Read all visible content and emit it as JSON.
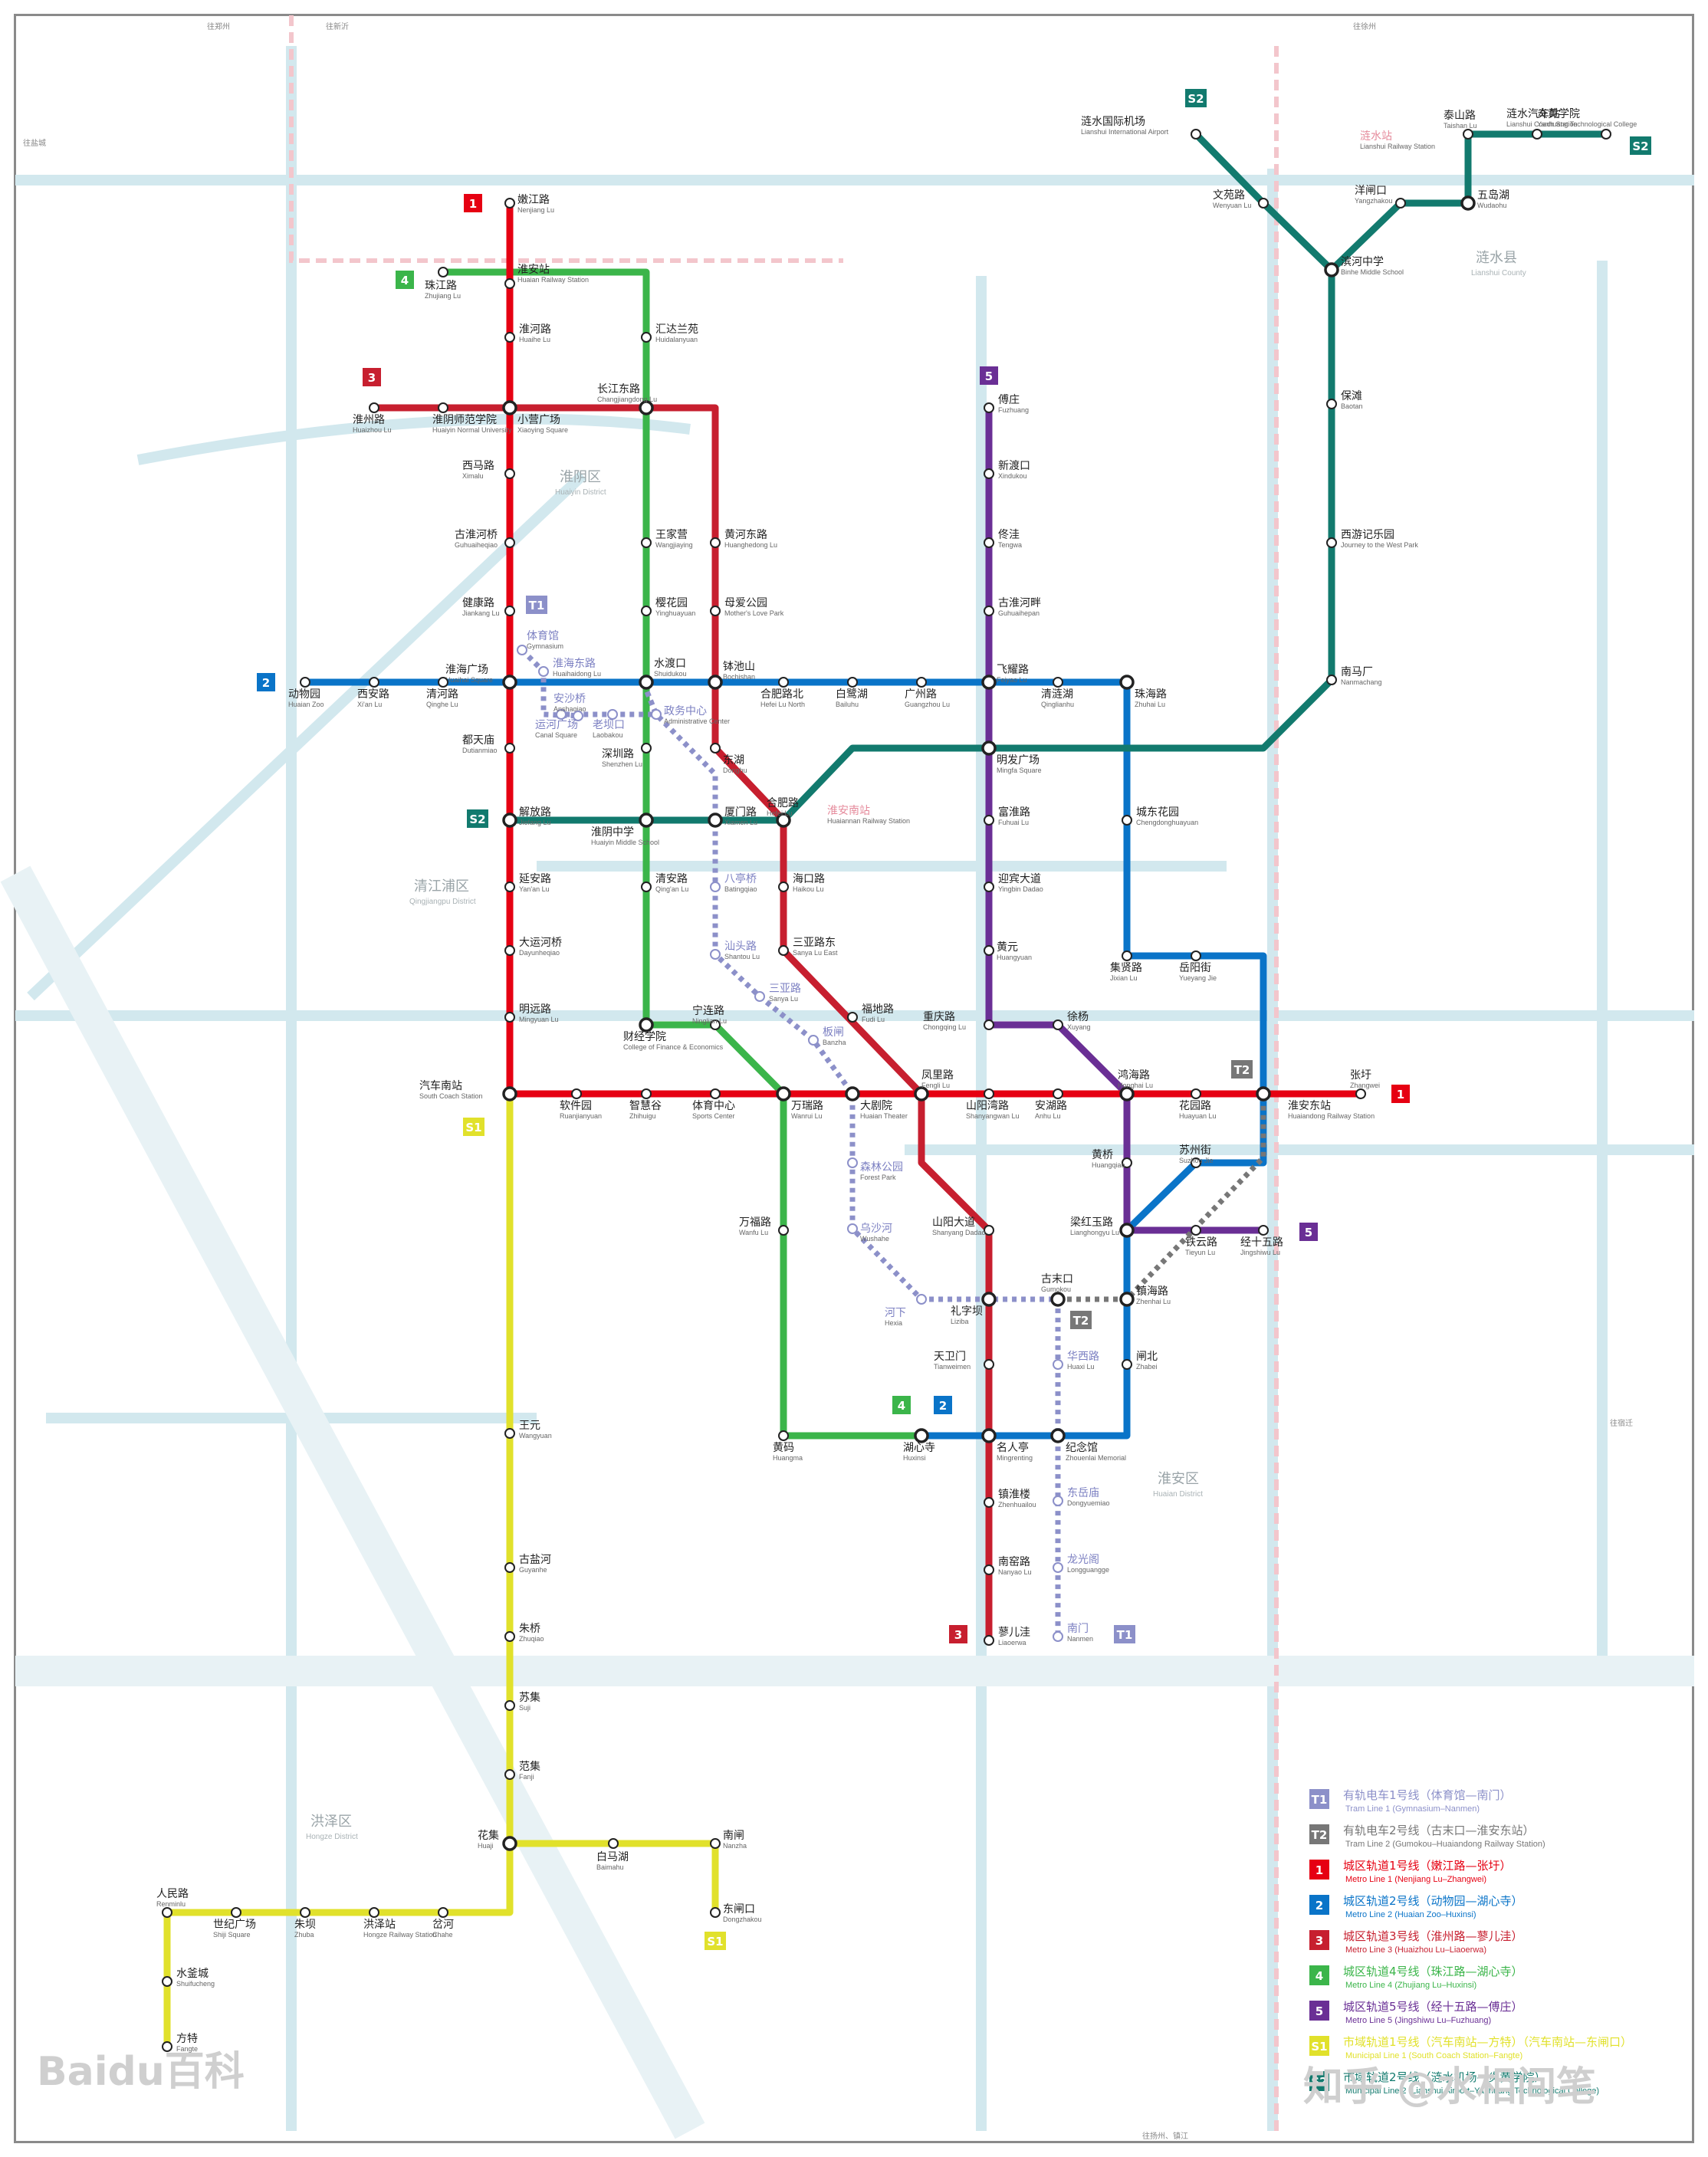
{
  "colors": {
    "L1": "#e60012",
    "L2": "#0a74c8",
    "L3": "#c71f2f",
    "L4": "#3bb54a",
    "L5": "#6a2f95",
    "S1": "#e1e12b",
    "S2": "#127a6e",
    "T1": "#8c90c9",
    "T2": "#777777",
    "road": "#d2e8ee",
    "river": "#e8f2f5"
  },
  "districts": [
    {
      "zh": "淮阴区",
      "en": "Huaiyin District"
    },
    {
      "zh": "清江浦区",
      "en": "Qingjiangpu District"
    },
    {
      "zh": "淮安区",
      "en": "Huaian District"
    },
    {
      "zh": "洪泽区",
      "en": "Hongze District"
    },
    {
      "zh": "涟水县",
      "en": "Lianshui County"
    }
  ],
  "lines": [
    {
      "id": "L1",
      "badge": "1"
    },
    {
      "id": "L2",
      "badge": "2"
    },
    {
      "id": "L3",
      "badge": "3"
    },
    {
      "id": "L4",
      "badge": "4"
    },
    {
      "id": "L5",
      "badge": "5"
    },
    {
      "id": "S1",
      "badge": "S1"
    },
    {
      "id": "S2",
      "badge": "S2"
    },
    {
      "id": "T1",
      "badge": "T1"
    },
    {
      "id": "T2",
      "badge": "T2"
    }
  ],
  "stations": [
    {
      "id": "nenjiang",
      "zh": "嫩江路",
      "en": "Nenjiang Lu"
    },
    {
      "id": "huaian_rs",
      "zh": "淮安站",
      "en": "Huaian Railway Station"
    },
    {
      "id": "huaihe",
      "zh": "淮河路",
      "en": "Huaihe Lu"
    },
    {
      "id": "xiaoying",
      "zh": "小营广场",
      "en": "Xiaoying Square"
    },
    {
      "id": "ximalu",
      "zh": "西马路",
      "en": "Ximalu"
    },
    {
      "id": "guhuaihe",
      "zh": "古淮河桥",
      "en": "Guhuaiheqiao"
    },
    {
      "id": "jiankang",
      "zh": "健康路",
      "en": "Jiankang Lu"
    },
    {
      "id": "huaihai",
      "zh": "淮海广场",
      "en": "Huaihai Square"
    },
    {
      "id": "dutian",
      "zh": "都天庙",
      "en": "Dutianmiao"
    },
    {
      "id": "jiefang",
      "zh": "解放路",
      "en": "Jiefang Lu"
    },
    {
      "id": "yanan",
      "zh": "延安路",
      "en": "Yan'an Lu"
    },
    {
      "id": "dayunhe",
      "zh": "大运河桥",
      "en": "Dayunheqiao"
    },
    {
      "id": "mingyuan",
      "zh": "明远路",
      "en": "Mingyuan Lu"
    },
    {
      "id": "qichenan",
      "zh": "汽车南站",
      "en": "South Coach Station"
    },
    {
      "id": "ruanjian",
      "zh": "软件园",
      "en": "Ruanjianyuan"
    },
    {
      "id": "zhihui",
      "zh": "智慧谷",
      "en": "Zhihuigu"
    },
    {
      "id": "tiyu",
      "zh": "体育中心",
      "en": "Sports Center"
    },
    {
      "id": "wanrui",
      "zh": "万瑞路",
      "en": "Wanrui Lu"
    },
    {
      "id": "dajuyuan",
      "zh": "大剧院",
      "en": "Huaian Theater"
    },
    {
      "id": "fengli",
      "zh": "凤里路",
      "en": "Fengli Lu"
    },
    {
      "id": "shanyang",
      "zh": "山阳湾路",
      "en": "Shanyangwan Lu"
    },
    {
      "id": "anhu",
      "zh": "安湖路",
      "en": "Anhu Lu"
    },
    {
      "id": "honghai",
      "zh": "鸿海路",
      "en": "Honghai Lu"
    },
    {
      "id": "huayuan",
      "zh": "花园路",
      "en": "Huayuan Lu"
    },
    {
      "id": "huaiandong",
      "zh": "淮安东站",
      "en": "Huaiandong Railway Station"
    },
    {
      "id": "zhangyu",
      "zh": "张圩",
      "en": "Zhangwei"
    },
    {
      "id": "dongwuyuan",
      "zh": "动物园",
      "en": "Huaian Zoo"
    },
    {
      "id": "xian",
      "zh": "西安路",
      "en": "Xi'an Lu"
    },
    {
      "id": "qinghe",
      "zh": "清河路",
      "en": "Qinghe Lu"
    },
    {
      "id": "shuidukou",
      "zh": "水渡口",
      "en": "Shuidukou"
    },
    {
      "id": "bochishan",
      "zh": "钵池山",
      "en": "Bochishan"
    },
    {
      "id": "hefeibei",
      "zh": "合肥路北",
      "en": "Hefei Lu North"
    },
    {
      "id": "bailu",
      "zh": "白鹭湖",
      "en": "Bailuhu"
    },
    {
      "id": "guangzhou",
      "zh": "广州路",
      "en": "Guangzhou Lu"
    },
    {
      "id": "feiyao",
      "zh": "飞耀路",
      "en": "Feiyao Lu"
    },
    {
      "id": "qinglian",
      "zh": "清涟湖",
      "en": "Qinglianhu"
    },
    {
      "id": "zhuhai",
      "zh": "珠海路",
      "en": "Zhuhai Lu"
    },
    {
      "id": "chengdong",
      "zh": "城东花园",
      "en": "Chengdonghuayuan"
    },
    {
      "id": "jixian",
      "zh": "集贤路",
      "en": "Jixian Lu"
    },
    {
      "id": "yueyang",
      "zh": "岳阳街",
      "en": "Yueyang Jie"
    },
    {
      "id": "suzhou",
      "zh": "苏州街",
      "en": "Suzhou Jie"
    },
    {
      "id": "lianhongyu",
      "zh": "梁红玉路",
      "en": "Lianghongyu Lu"
    },
    {
      "id": "zhenhai",
      "zh": "镇海路",
      "en": "Zhenhai Lu"
    },
    {
      "id": "zhabei",
      "zh": "闸北",
      "en": "Zhabei"
    },
    {
      "id": "jinianguan",
      "zh": "纪念馆",
      "en": "Zhouenlai Memorial"
    },
    {
      "id": "mingrenting",
      "zh": "名人亭",
      "en": "Mingrenting"
    },
    {
      "id": "huxinsi",
      "zh": "湖心寺",
      "en": "Huxinsi"
    },
    {
      "id": "huaizhou",
      "zh": "淮州路",
      "en": "Huaizhou Lu"
    },
    {
      "id": "huaishi",
      "zh": "淮阴师范学院",
      "en": "Huaiyin Normal University"
    },
    {
      "id": "changjiangdong",
      "zh": "长江东路",
      "en": "Changjiangdong Lu"
    },
    {
      "id": "huanghedong",
      "zh": "黄河东路",
      "en": "Huanghedong Lu"
    },
    {
      "id": "muai",
      "zh": "母爱公园",
      "en": "Mother's Love Park"
    },
    {
      "id": "donghu",
      "zh": "东湖",
      "en": "Donghu"
    },
    {
      "id": "hefei",
      "zh": "合肥路",
      "en": "Hefei Lu"
    },
    {
      "id": "haikou",
      "zh": "海口路",
      "en": "Haikou Lu"
    },
    {
      "id": "sanyadong",
      "zh": "三亚路东",
      "en": "Sanya Lu East"
    },
    {
      "id": "fudi",
      "zh": "福地路",
      "en": "Fudi Lu"
    },
    {
      "id": "shanyangdadao",
      "zh": "山阳大道",
      "en": "Shanyang Dadao"
    },
    {
      "id": "lizi",
      "zh": "礼字坝",
      "en": "Lizibа"
    },
    {
      "id": "tianwei",
      "zh": "天卫门",
      "en": "Tianweimen"
    },
    {
      "id": "zhenhuai",
      "zh": "镇淮楼",
      "en": "Zhenhuailou"
    },
    {
      "id": "nanjiao",
      "zh": "南窑路",
      "en": "Nanyao Lu"
    },
    {
      "id": "liaoer",
      "zh": "蓼儿洼",
      "en": "Liaoerwa"
    },
    {
      "id": "zhujiang",
      "zh": "珠江路",
      "en": "Zhujiang Lu"
    },
    {
      "id": "huida",
      "zh": "汇达兰苑",
      "en": "Huidalanyuan"
    },
    {
      "id": "wangjiaying",
      "zh": "王家营",
      "en": "Wangjiaying"
    },
    {
      "id": "yinghua",
      "zh": "樱花园",
      "en": "Yinghuayuan"
    },
    {
      "id": "shenzhen",
      "zh": "深圳路",
      "en": "Shenzhen Lu"
    },
    {
      "id": "huaiyinzx",
      "zh": "淮阴中学",
      "en": "Huaiyin Middle School"
    },
    {
      "id": "qingan",
      "zh": "清安路",
      "en": "Qing'an Lu"
    },
    {
      "id": "ninglian",
      "zh": "宁连路",
      "en": "Ninglian Lu"
    },
    {
      "id": "caijing",
      "zh": "财经学院",
      "en": "College of Finance & Economics"
    },
    {
      "id": "wanfu",
      "zh": "万福路",
      "en": "Wanfu Lu"
    },
    {
      "id": "huangma",
      "zh": "黄码",
      "en": "Huangma"
    },
    {
      "id": "fuzhuang",
      "zh": "傅庄",
      "en": "Fuzhuang"
    },
    {
      "id": "xindukou",
      "zh": "新渡口",
      "en": "Xindukou"
    },
    {
      "id": "tengwa",
      "zh": "佟洼",
      "en": "Tengwa"
    },
    {
      "id": "guhuaihepan",
      "zh": "古淮河畔",
      "en": "Guhuaihepan"
    },
    {
      "id": "mingfa",
      "zh": "明发广场",
      "en": "Mingfa Square"
    },
    {
      "id": "fuhuai",
      "zh": "富淮路",
      "en": "Fuhuai Lu"
    },
    {
      "id": "yingbin",
      "zh": "迎宾大道",
      "en": "Yingbin Dadao"
    },
    {
      "id": "huangyuan",
      "zh": "黄元",
      "en": "Huangyuan"
    },
    {
      "id": "chongqing",
      "zh": "重庆路",
      "en": "Chongqing Lu"
    },
    {
      "id": "xuyang",
      "zh": "徐杨",
      "en": "Xuyang"
    },
    {
      "id": "huangqiao",
      "zh": "黄桥",
      "en": "Huangqiao"
    },
    {
      "id": "tieyun",
      "zh": "铁云路",
      "en": "Tieyun Lu"
    },
    {
      "id": "jingshiwu",
      "zh": "经十五路",
      "en": "Jingshiwu Lu"
    },
    {
      "id": "wangyuan",
      "zh": "王元",
      "en": "Wangyuan"
    },
    {
      "id": "guyanhe",
      "zh": "古盐河",
      "en": "Guyanhe"
    },
    {
      "id": "zhuqiao",
      "zh": "朱桥",
      "en": "Zhuqiao"
    },
    {
      "id": "suji",
      "zh": "苏集",
      "en": "Suji"
    },
    {
      "id": "fanji",
      "zh": "范集",
      "en": "Fanji"
    },
    {
      "id": "huaji",
      "zh": "花集",
      "en": "Huaji"
    },
    {
      "id": "baimahu",
      "zh": "白马湖",
      "en": "Baimahu"
    },
    {
      "id": "nanzha",
      "zh": "南闸",
      "en": "Nanzha"
    },
    {
      "id": "dongzhakou",
      "zh": "东闸口",
      "en": "Dongzhakou"
    },
    {
      "id": "chahe",
      "zh": "岔河",
      "en": "Chahe"
    },
    {
      "id": "hongzezhan",
      "zh": "洪泽站",
      "en": "Hongze Railway Station"
    },
    {
      "id": "zhuba",
      "zh": "朱坝",
      "en": "Zhuba"
    },
    {
      "id": "shiji",
      "zh": "世纪广场",
      "en": "Shiji Square"
    },
    {
      "id": "renminlu",
      "zh": "人民路",
      "en": "Renminlu"
    },
    {
      "id": "shuifu",
      "zh": "水釜城",
      "en": "Shuifucheng"
    },
    {
      "id": "fangte",
      "zh": "方特",
      "en": "Fangte"
    },
    {
      "id": "airport",
      "zh": "涟水国际机场",
      "en": "Lianshui International Airport"
    },
    {
      "id": "wenyuan",
      "zh": "文苑路",
      "en": "Wenyuan Lu"
    },
    {
      "id": "binhe",
      "zh": "滨河中学",
      "en": "Binhe Middle School"
    },
    {
      "id": "baotan",
      "zh": "保滩",
      "en": "Baotan"
    },
    {
      "id": "xiyouji",
      "zh": "西游记乐园",
      "en": "Journey to the West Park"
    },
    {
      "id": "nanmachang",
      "zh": "南马厂",
      "en": "Nanmachang"
    },
    {
      "id": "yangzhakou",
      "zh": "洋闸口",
      "en": "Yangzhakou"
    },
    {
      "id": "wudaohu",
      "zh": "五岛湖",
      "en": "Wudaohu"
    },
    {
      "id": "taishan",
      "zh": "泰山路",
      "en": "Taishan Lu"
    },
    {
      "id": "lianshuiqiche",
      "zh": "涟水汽车站",
      "en": "Lianshui Coach Station"
    },
    {
      "id": "yanhuang",
      "zh": "炎黄学院",
      "en": "Yanhuang Technological College"
    },
    {
      "id": "lianshuizhan",
      "zh": "涟水站",
      "en": "Lianshui Railway Station"
    },
    {
      "id": "huaiannan",
      "zh": "淮安南站",
      "en": "Huaiannan Railway Station"
    },
    {
      "id": "tiyuguan",
      "zh": "体育馆",
      "en": "Gymnasium"
    },
    {
      "id": "huaihaidong",
      "zh": "淮海东路",
      "en": "Huaihaidong Lu"
    },
    {
      "id": "anshaqiao",
      "zh": "安沙桥",
      "en": "Anshaqiao"
    },
    {
      "id": "yunhe",
      "zh": "运河广场",
      "en": "Canal Square"
    },
    {
      "id": "laobakou",
      "zh": "老坝口",
      "en": "Laobakou"
    },
    {
      "id": "zhengwu",
      "zh": "政务中心",
      "en": "Administrative Center"
    },
    {
      "id": "xiamen",
      "zh": "厦门路",
      "en": "Xiamen Lu"
    },
    {
      "id": "batingqiao",
      "zh": "八亭桥",
      "en": "Batingqiao"
    },
    {
      "id": "shantou",
      "zh": "汕头路",
      "en": "Shantou Lu"
    },
    {
      "id": "sanya",
      "zh": "三亚路",
      "en": "Sanya Lu"
    },
    {
      "id": "banzha",
      "zh": "板闸",
      "en": "Banzha"
    },
    {
      "id": "senlin",
      "zh": "森林公园",
      "en": "Forest Park"
    },
    {
      "id": "wushahe",
      "zh": "乌沙河",
      "en": "Wushahe"
    },
    {
      "id": "hexia",
      "zh": "河下",
      "en": "Hexia"
    },
    {
      "id": "gumokou",
      "zh": "古末口",
      "en": "Gumokou"
    },
    {
      "id": "huaxi",
      "zh": "华西路",
      "en": "Huaxi Lu"
    },
    {
      "id": "dongyue",
      "zh": "东岳庙",
      "en": "Dongyuemiao"
    },
    {
      "id": "longguang",
      "zh": "龙光阁",
      "en": "Longguangge"
    },
    {
      "id": "nanmen",
      "zh": "南门",
      "en": "Nanmen"
    }
  ],
  "edge_labels": [
    {
      "id": "e1",
      "text": "往郑州"
    },
    {
      "id": "e2",
      "text": "往新沂"
    },
    {
      "id": "e3",
      "text": "往徐州"
    },
    {
      "id": "e4",
      "text": "往盐城"
    },
    {
      "id": "e5",
      "text": "往扬州、镇江"
    },
    {
      "id": "e6",
      "text": "往宿迁"
    }
  ],
  "legend": [
    {
      "badge": "T1",
      "zh": "有轨电车1号线（体育馆—南门）",
      "en": "Tram Line 1 (Gymnasium–Nanmen)"
    },
    {
      "badge": "T2",
      "zh": "有轨电车2号线（古末口—淮安东站）",
      "en": "Tram Line 2 (Gumokou–Huaiandong Railway Station)"
    },
    {
      "badge": "1",
      "zh": "城区轨道1号线（嫩江路—张圩）",
      "en": "Metro Line 1 (Nenjiang Lu–Zhangwei)"
    },
    {
      "badge": "2",
      "zh": "城区轨道2号线（动物园—湖心寺）",
      "en": "Metro Line 2 (Huaian Zoo–Huxinsi)"
    },
    {
      "badge": "3",
      "zh": "城区轨道3号线（淮州路—蓼儿洼）",
      "en": "Metro Line 3 (Huaizhou Lu–Liaoerwa)"
    },
    {
      "badge": "4",
      "zh": "城区轨道4号线（珠江路—湖心寺）",
      "en": "Metro Line 4 (Zhujiang Lu–Huxinsi)"
    },
    {
      "badge": "5",
      "zh": "城区轨道5号线（经十五路—傅庄）",
      "en": "Metro Line 5 (Jingshiwu Lu–Fuzhuang)"
    },
    {
      "badge": "S1",
      "zh": "市域轨道1号线（汽车南站—方特）（汽车南站—东闸口）",
      "en": "Municipal Line 1 (South Coach Station–Fangte)"
    },
    {
      "badge": "S2",
      "zh": "市域轨道2号线（涟水机场—炎黄学院）",
      "en": "Municipal Line 2 (Lianshui Airport–Yanhuang Technological College)"
    }
  ],
  "watermark": {
    "brand": "Baidu百科",
    "author": "知乎 @水相间笔"
  }
}
